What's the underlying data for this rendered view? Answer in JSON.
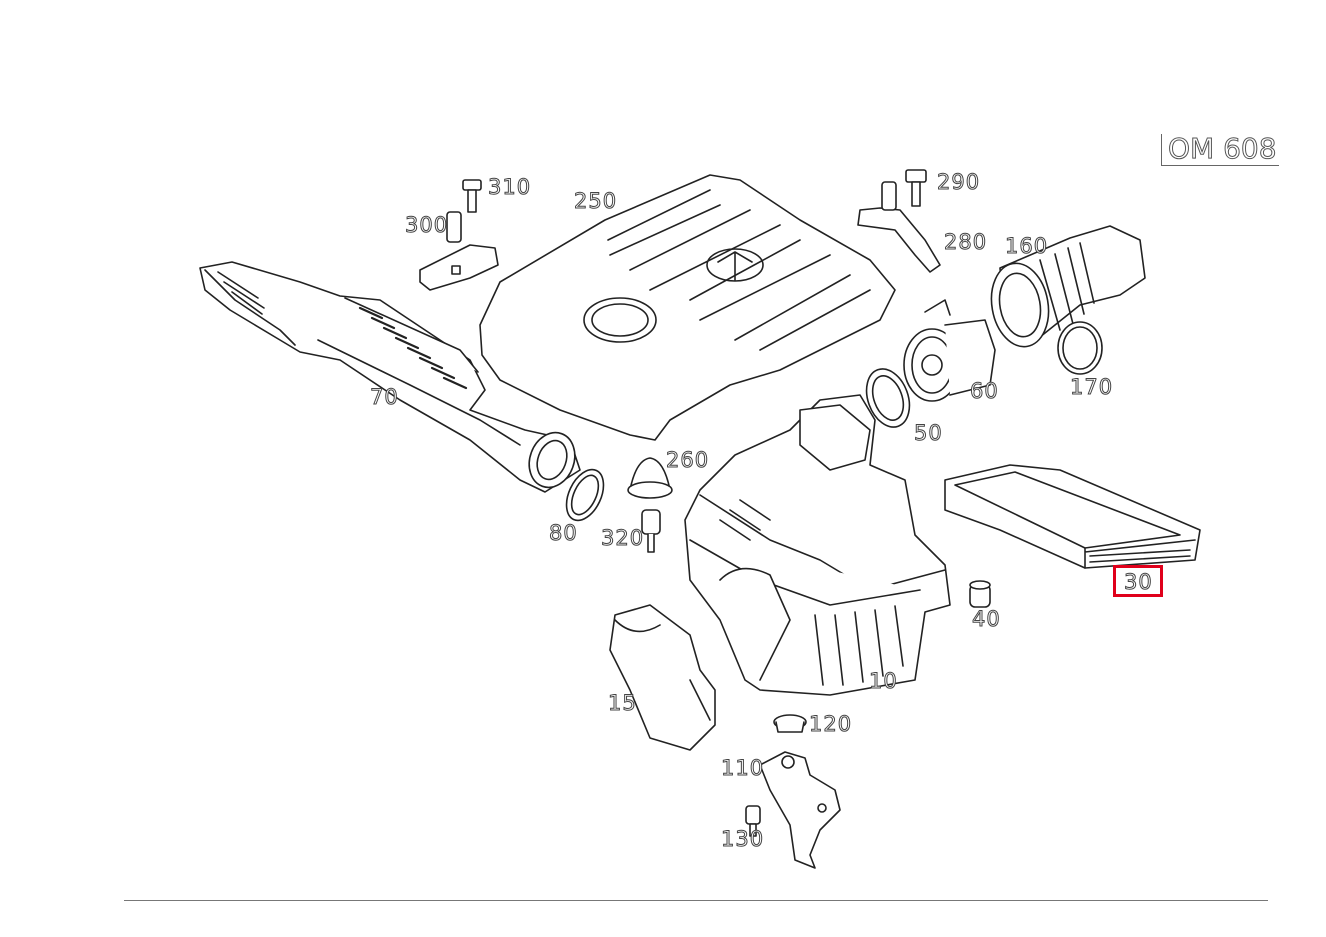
{
  "engine_code": "OM 608",
  "highlight_color": "#e0001b",
  "callouts": {
    "p310": "310",
    "p300": "300",
    "p250": "250",
    "p290": "290",
    "p280": "280",
    "p160": "160",
    "p70": "70",
    "p60": "60",
    "p170": "170",
    "p50": "50",
    "p260": "260",
    "p80": "80",
    "p320": "320",
    "p30": "30",
    "p40": "40",
    "p15": "15",
    "p10": "10",
    "p120": "120",
    "p110": "110",
    "p130": "130"
  },
  "highlighted_part": "30"
}
